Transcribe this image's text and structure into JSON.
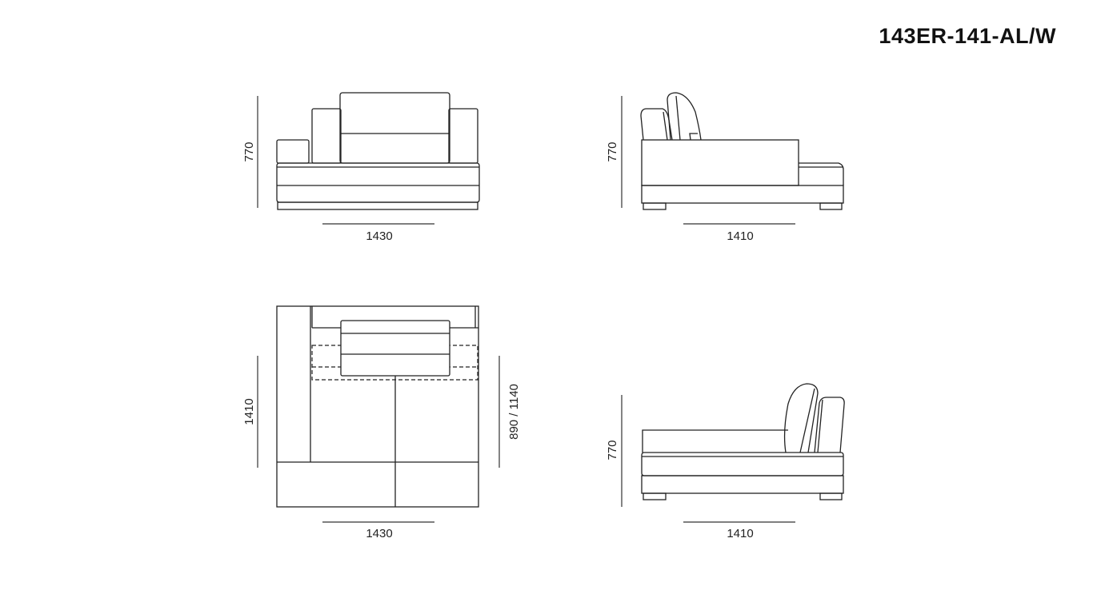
{
  "title": "143ER-141-AL/W",
  "views": {
    "front": {
      "height": "770",
      "width": "1430"
    },
    "side_right": {
      "height": "770",
      "width": "1410"
    },
    "plan": {
      "depth": "1410",
      "width": "1430",
      "seat_depth": "890 / 1140"
    },
    "side_left": {
      "height": "770",
      "width": "1410"
    }
  }
}
